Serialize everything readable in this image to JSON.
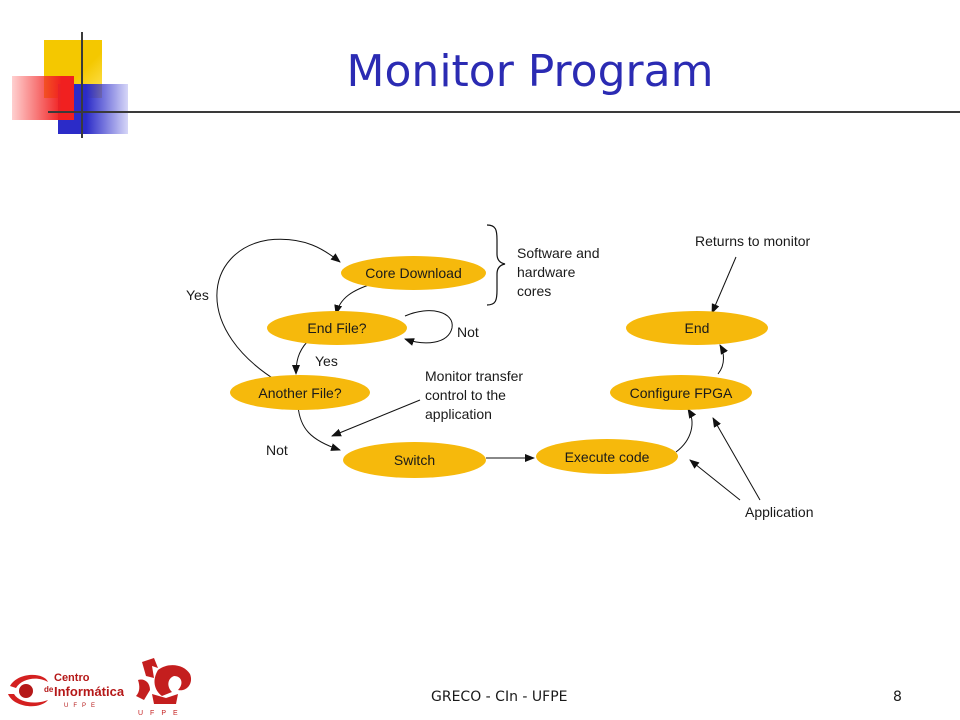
{
  "slide": {
    "title": "Monitor Program",
    "footer_text": "GRECO - CIn - UFPE",
    "page_number": "8"
  },
  "diagram": {
    "nodes": {
      "core_download": "Core Download",
      "end_file": "End File?",
      "another_file": "Another File?",
      "switch": "Switch",
      "execute_code": "Execute code",
      "configure_fpga": "Configure FPGA",
      "end": "End"
    },
    "labels": {
      "yes_loop": "Yes",
      "yes_down": "Yes",
      "not_self": "Not",
      "not_down": "Not",
      "cores_line1": "Software and",
      "cores_line2": "hardware",
      "cores_line3": "cores",
      "monitor_line1": "Monitor transfer",
      "monitor_line2": "control to the",
      "monitor_line3": "application",
      "returns": "Returns to monitor",
      "application": "Application"
    }
  },
  "logos": {
    "cin_text_1": "Centro",
    "cin_text_2": "de",
    "cin_text_3": "Informática",
    "cin_text_4": "UFPE",
    "ufpe_text": "UFPE"
  },
  "colors": {
    "title": "#2b2bb3",
    "node_fill": "#f6b90c",
    "accent_red": "#d42020"
  }
}
